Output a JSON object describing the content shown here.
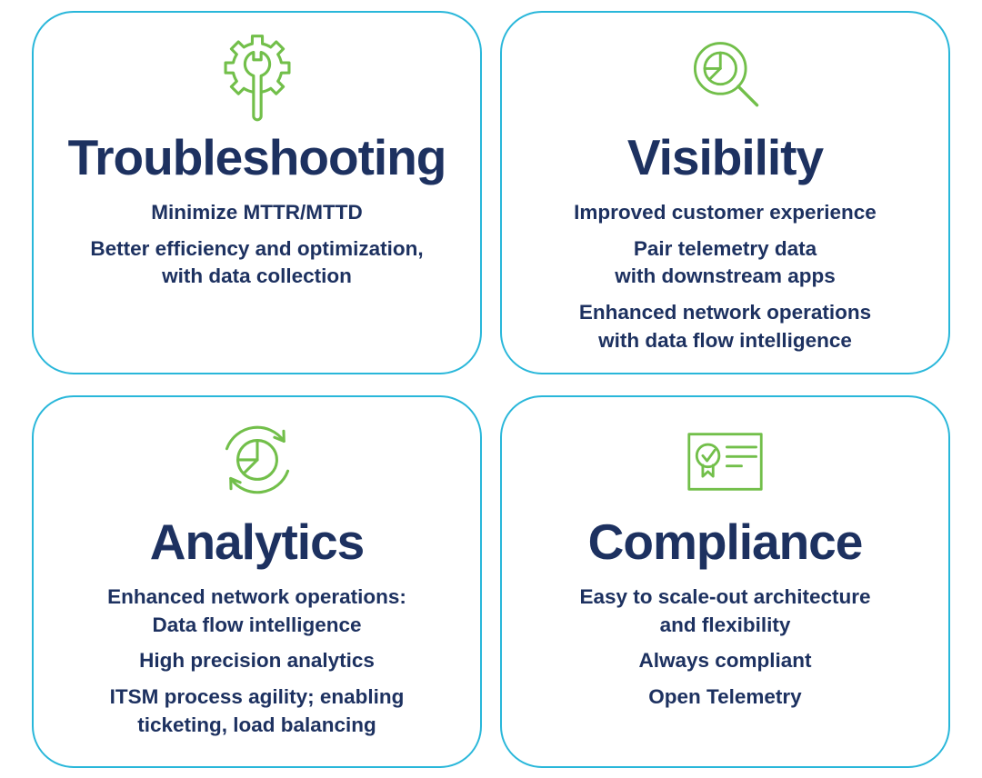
{
  "colors": {
    "card_border": "#29b7da",
    "title_text": "#1d3160",
    "body_text": "#1d3160",
    "icon_green": "#72bf4a"
  },
  "cards": [
    {
      "id": "troubleshooting",
      "icon": "gear-wrench-icon",
      "title": "Troubleshooting",
      "points": [
        "Minimize MTTR/MTTD",
        "Better efficiency and optimization,\nwith data collection"
      ]
    },
    {
      "id": "visibility",
      "icon": "magnifier-pie-chart-icon",
      "title": "Visibility",
      "points": [
        "Improved customer experience",
        "Pair telemetry data\nwith downstream apps",
        "Enhanced network operations\nwith data flow intelligence"
      ]
    },
    {
      "id": "analytics",
      "icon": "pie-chart-sync-icon",
      "title": "Analytics",
      "points": [
        "Enhanced network operations:\nData flow intelligence",
        "High precision analytics",
        "ITSM process agility; enabling\nticketing, load balancing"
      ]
    },
    {
      "id": "compliance",
      "icon": "certificate-check-icon",
      "title": "Compliance",
      "points": [
        "Easy to scale-out architecture\nand flexibility",
        "Always compliant",
        "Open Telemetry"
      ]
    }
  ]
}
